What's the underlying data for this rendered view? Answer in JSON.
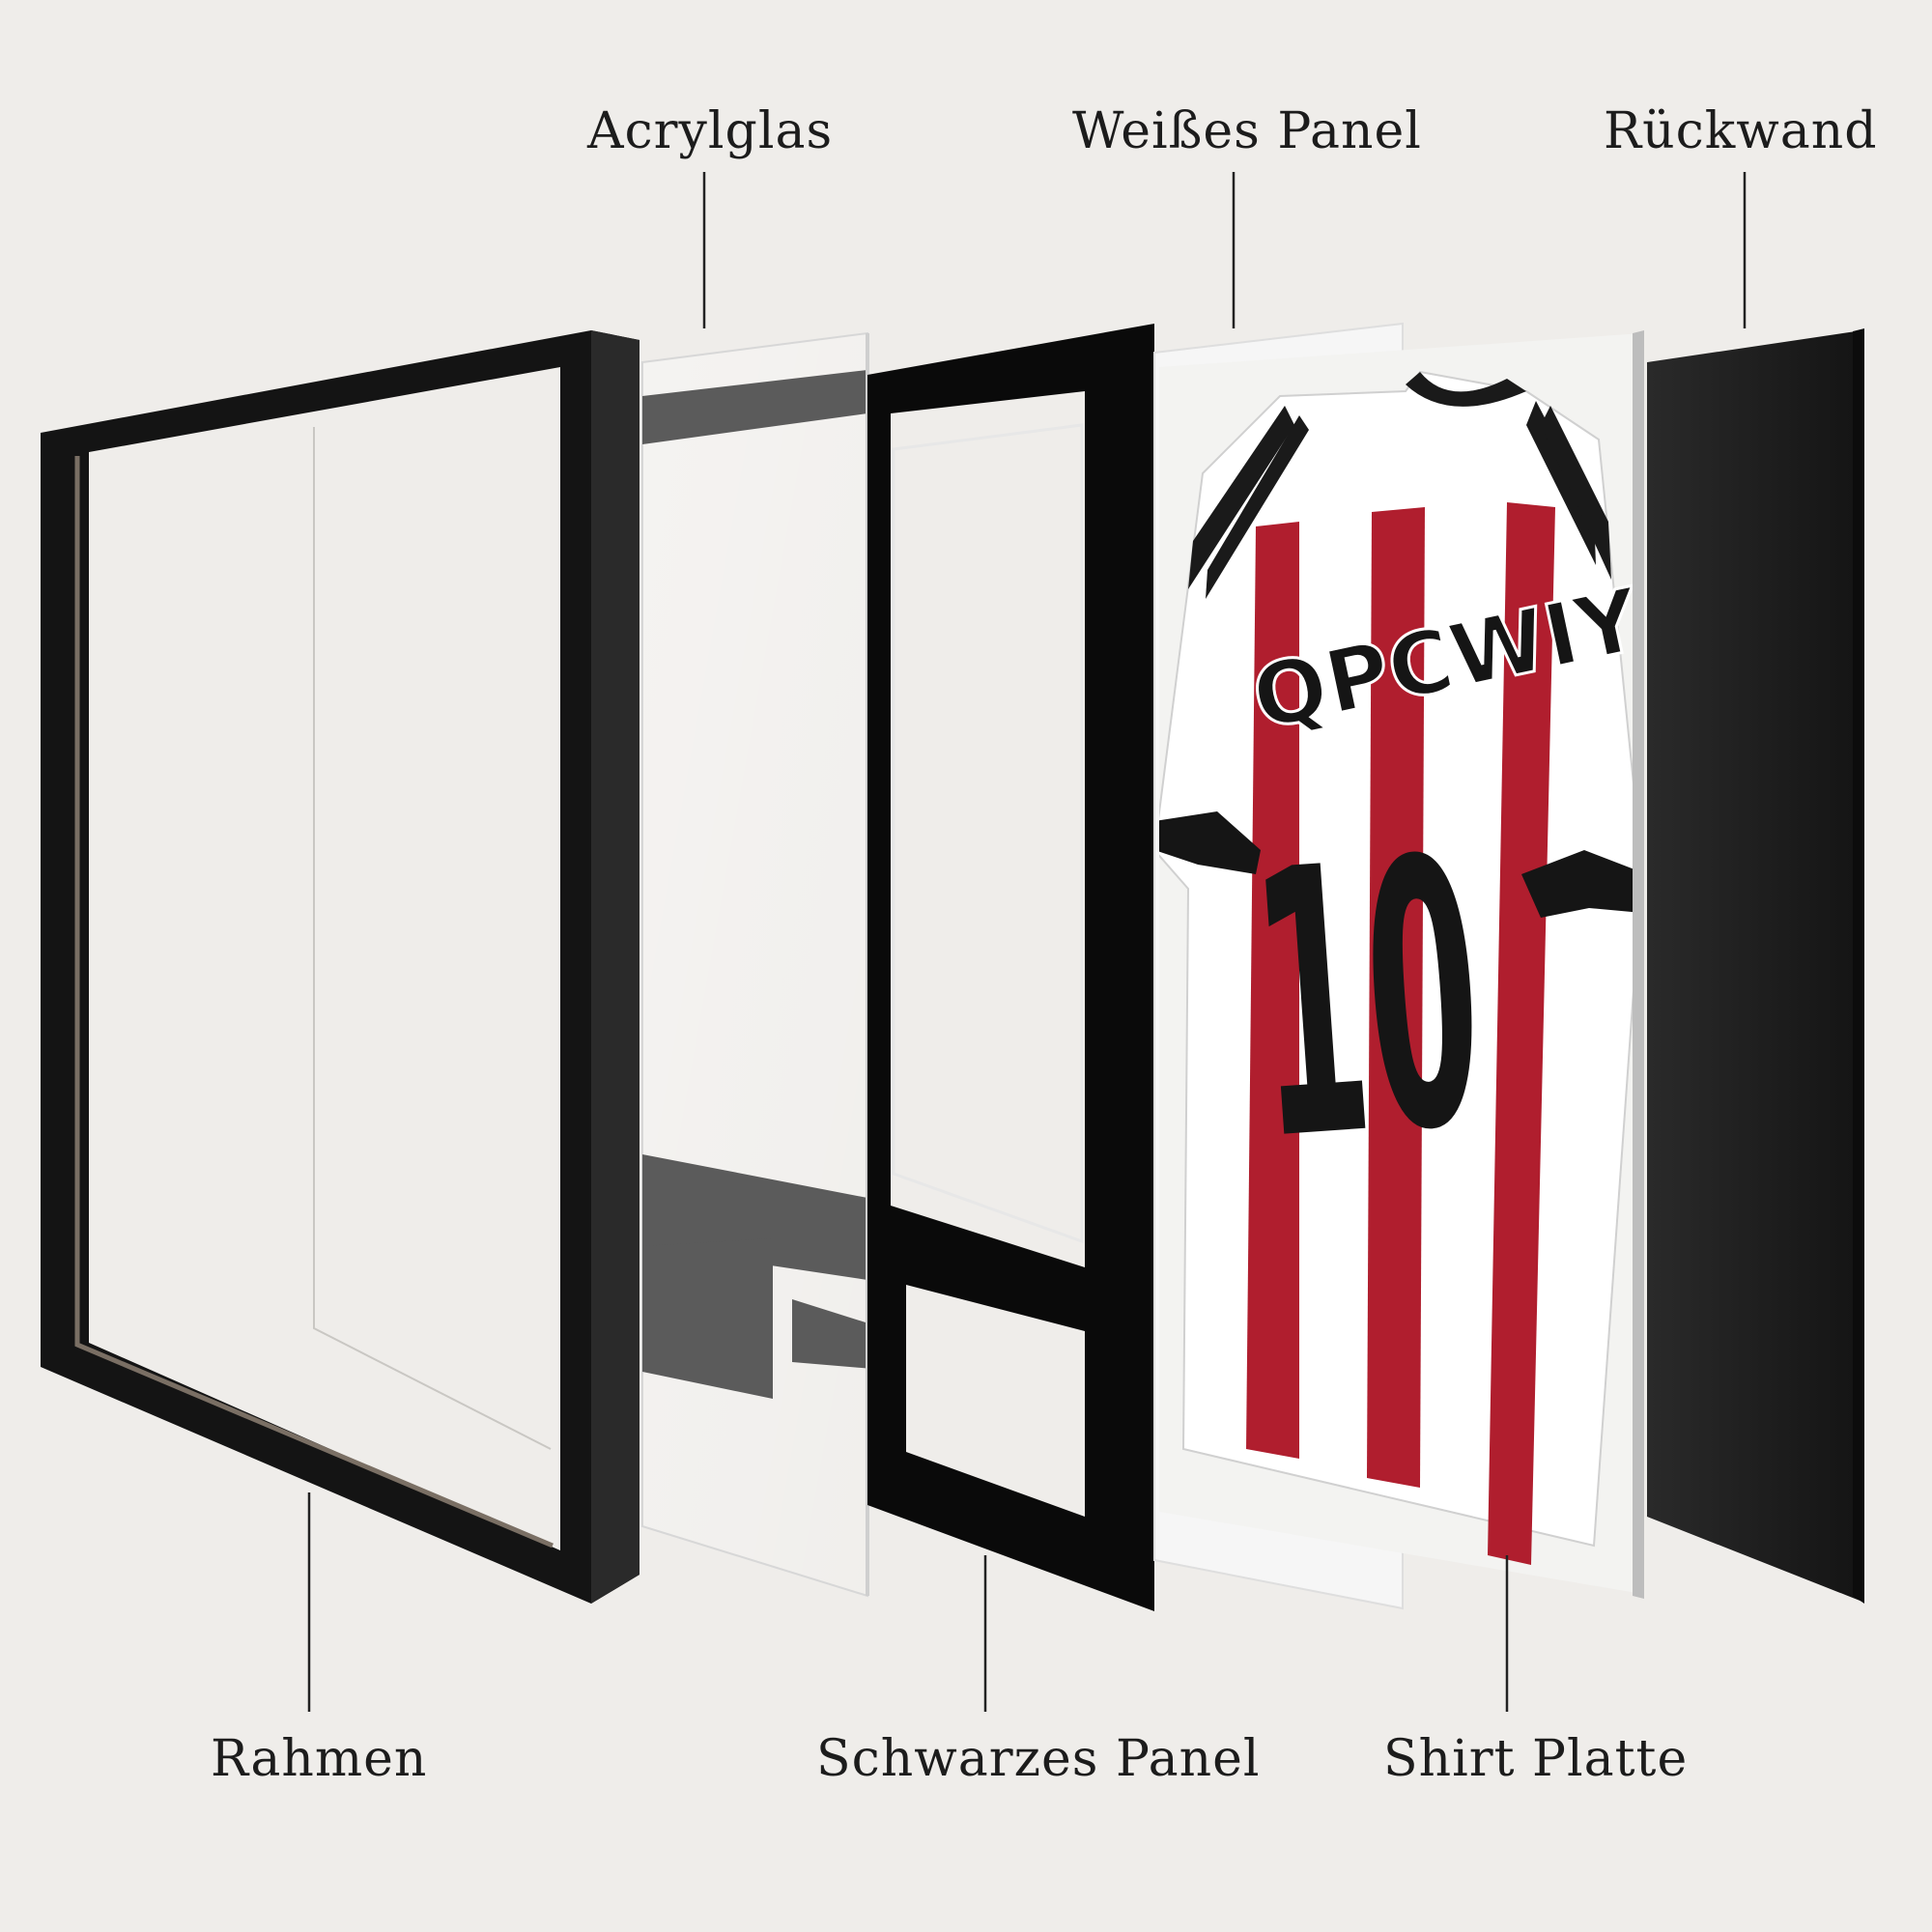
{
  "labels": {
    "acrylglas": "Acrylglas",
    "weisses_panel": "Weißes Panel",
    "rueckwand": "Rückwand",
    "rahmen": "Rahmen",
    "schwarzes_panel": "Schwarzes Panel",
    "shirt_platte": "Shirt Platte"
  },
  "jersey": {
    "name": "QPCWIY",
    "number": "10"
  },
  "colors": {
    "background": "#efedea",
    "frame": "#151515",
    "jersey_red": "#b01e2e",
    "panel_white": "#f6f6f6",
    "back_wall": "#1e1e1e"
  }
}
